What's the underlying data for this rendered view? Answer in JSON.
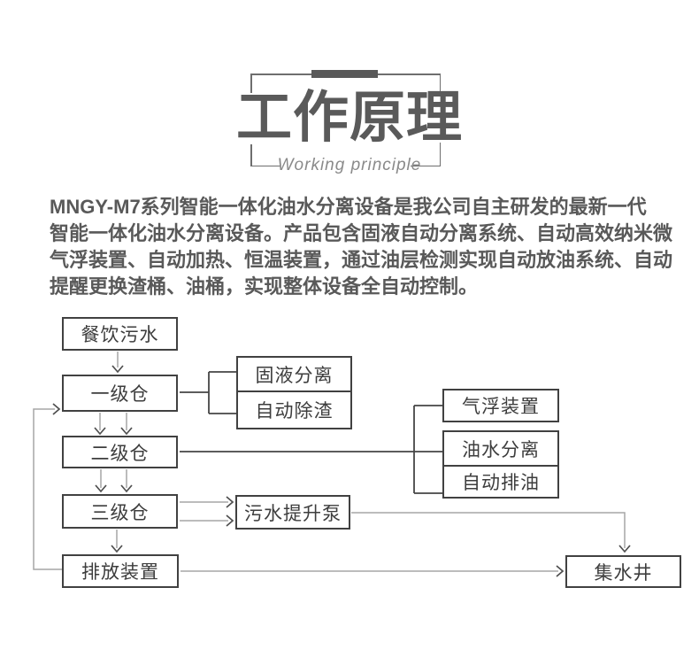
{
  "header": {
    "title": "工作原理",
    "subtitle": "Working principle"
  },
  "intro": {
    "lines": [
      "MNGY-M7系列智能一体化油水分离设备是我公司自主研发的最新一代",
      "智能一体化油水分离设备。产品包含固液自动分离系统、自动高效纳米微",
      "气浮装置、自动加热、恒温装置，通过油层检测实现自动放油系统、自动",
      "提醒更换渣桶、油桶，实现整体设备全自动控制。"
    ]
  },
  "flowchart": {
    "nodes": [
      {
        "id": "catering-sewage",
        "label": "餐饮污水"
      },
      {
        "id": "level-1-chamber",
        "label": "一级仓"
      },
      {
        "id": "solid-liquid-separation",
        "label": "固液分离"
      },
      {
        "id": "auto-slag-removal",
        "label": "自动除渣"
      },
      {
        "id": "level-2-chamber",
        "label": "二级仓"
      },
      {
        "id": "air-flotation-device",
        "label": "气浮装置"
      },
      {
        "id": "oil-water-separation",
        "label": "油水分离"
      },
      {
        "id": "auto-oil-discharge",
        "label": "自动排油"
      },
      {
        "id": "level-3-chamber",
        "label": "三级仓"
      },
      {
        "id": "sewage-lift-pump",
        "label": "污水提升泵"
      },
      {
        "id": "discharge-device",
        "label": "排放装置"
      },
      {
        "id": "collecting-well",
        "label": "集水井"
      }
    ],
    "edges": [
      {
        "from": "餐饮污水",
        "to": "一级仓",
        "type": "arrow"
      },
      {
        "from": "一级仓",
        "to": "固液分离",
        "type": "line"
      },
      {
        "from": "一级仓",
        "to": "自动除渣",
        "type": "line"
      },
      {
        "from": "一级仓",
        "to": "二级仓",
        "type": "double-arrow"
      },
      {
        "from": "二级仓",
        "to": "气浮装置",
        "type": "line"
      },
      {
        "from": "二级仓",
        "to": "油水分离",
        "type": "line"
      },
      {
        "from": "二级仓",
        "to": "自动排油",
        "type": "line"
      },
      {
        "from": "二级仓",
        "to": "三级仓",
        "type": "double-arrow"
      },
      {
        "from": "三级仓",
        "to": "污水提升泵",
        "type": "double-arrow"
      },
      {
        "from": "三级仓",
        "to": "排放装置",
        "type": "arrow"
      },
      {
        "from": "污水提升泵",
        "to": "集水井",
        "type": "arrow"
      },
      {
        "from": "排放装置",
        "to": "集水井",
        "type": "arrow"
      },
      {
        "from": "排放装置",
        "to": "一级仓",
        "type": "arrow-feedback"
      }
    ]
  },
  "colors": {
    "title": "#5a5a5a",
    "subtitle": "#8a8a8a",
    "paragraph": "#595959",
    "box_border": "#414141",
    "dark_connector": "#454545",
    "gray_connector": "#a6a6a6",
    "arrowhead": "#4f4f4f",
    "frame_line": "#6e6e6e",
    "title_bar": "#595959"
  }
}
